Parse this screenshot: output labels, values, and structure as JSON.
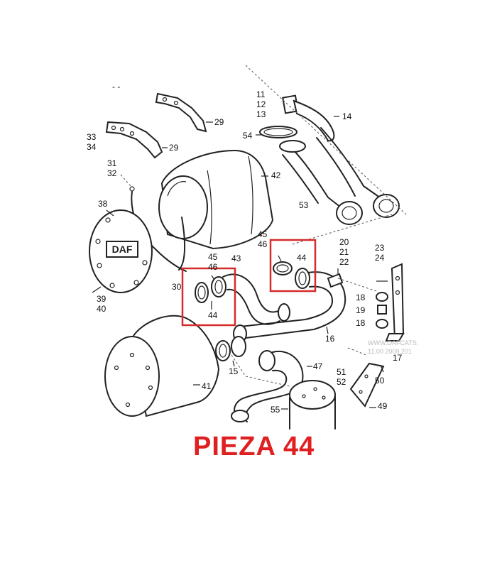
{
  "caption": "PIEZA 44",
  "colors": {
    "highlight": "#d52b2b",
    "caption": "#e02020",
    "line": "#222222"
  },
  "logo_text": "DAF",
  "watermark": [
    "WWW.DAFCATS.",
    "11.00 2009.201"
  ],
  "labels": {
    "l11": "11",
    "l12": "12",
    "l13": "13",
    "l14": "14",
    "l29a": "29",
    "l29b": "29",
    "l33": "33",
    "l34": "34",
    "l54": "54",
    "l31": "31",
    "l32": "32",
    "l42": "42",
    "l38": "38",
    "l53": "53",
    "l45a": "45",
    "l46a": "46",
    "l44a": "44",
    "l45b": "45",
    "l46b": "46",
    "l43": "43",
    "l44b": "44",
    "l20": "20",
    "l21": "21",
    "l22": "22",
    "l23": "23",
    "l24": "24",
    "l30": "30",
    "l39": "39",
    "l40": "40",
    "l18a": "18",
    "l19": "19",
    "l18b": "18",
    "l16": "16",
    "l15": "15",
    "l47": "47",
    "l51": "51",
    "l52": "52",
    "l50": "50",
    "l17": "17",
    "l41": "41",
    "l55": "55",
    "l49": "49"
  }
}
